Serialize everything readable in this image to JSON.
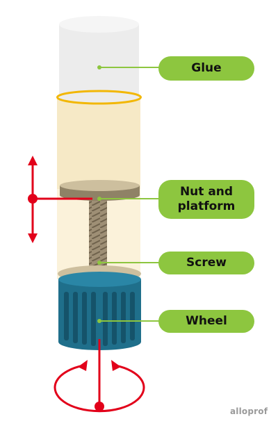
{
  "labels": {
    "glue": "Glue",
    "nut_platform": "Nut and\nplatform",
    "screw": "Screw",
    "wheel": "Wheel"
  },
  "watermark": "alloprof",
  "colors": {
    "label_fill": "#8dc63f",
    "indicator_red": "#e2001a",
    "glue_white": "#eaeaea",
    "tube": "#f6e9c6",
    "wheel_blue": "#1f6f8b",
    "gold_ring": "#f2b705"
  }
}
